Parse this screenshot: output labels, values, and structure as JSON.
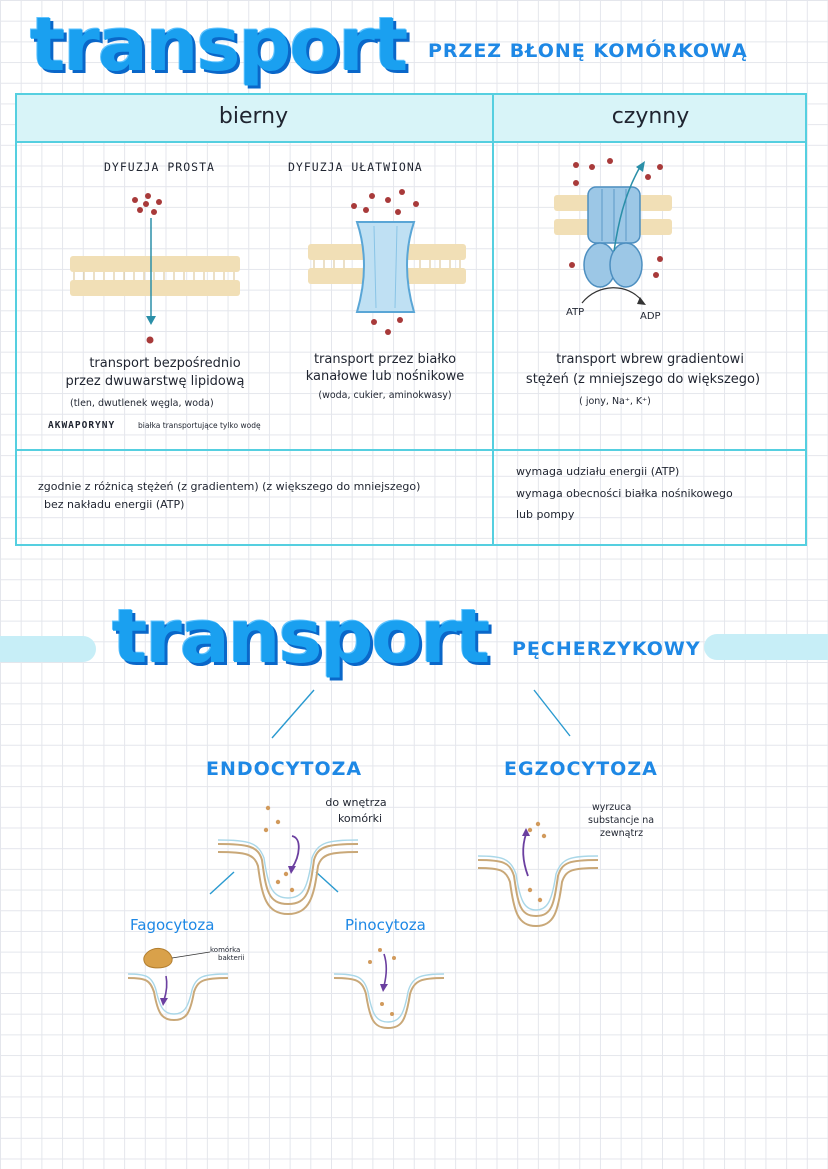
{
  "page1": {
    "title_big": "transport",
    "title_sub": "PRZEZ BŁONĘ KOMÓRKOWĄ"
  },
  "table": {
    "col_passive": "bierny",
    "col_active": "czynny",
    "simple": {
      "heading": "DYFUZJA PROSTA",
      "line1": "transport bezpośrednio",
      "line2": "przez dwuwarstwę lipidową",
      "examples": "(tlen, dwutlenek węgla, woda)"
    },
    "facilitated": {
      "heading": "DYFUZJA UŁATWIONA",
      "line1": "transport przez białko",
      "line2": "kanałowe lub nośnikowe",
      "examples": "(woda, cukier, aminokwasy)"
    },
    "aquaporins": {
      "term": "AKWAPORYNY",
      "desc": "białka transportujące tylko wodę"
    },
    "active": {
      "atp": "ATP",
      "adp": "ADP",
      "line1": "transport wbrew gradientowi",
      "line2": "stężeń (z mniejszego do większego)",
      "examples": "( jony, Na⁺, K⁺)"
    },
    "passive_footer": {
      "line1": "zgodnie z różnicą stężeń (z gradientem) (z większego do mniejszego)",
      "line2": "bez nakładu energii (ATP)"
    },
    "active_footer": {
      "line1": "wymaga udziału energii (ATP)",
      "line2": "wymaga obecności białka nośnikowego",
      "line3": "lub pompy"
    }
  },
  "page2": {
    "title_big": "transport",
    "title_sub": "PĘCHERZYKOWY",
    "endo": "ENDOCYTOZA",
    "exo": "EGZOCYTOZA",
    "endo_note_1": "do wnętrza",
    "endo_note_2": "komórki",
    "exo_note_1": "wyrzuca",
    "exo_note_2": "substancje na",
    "exo_note_3": "zewnątrz",
    "fago": "Fagocytoza",
    "pino": "Pinocytoza",
    "bacteria_1": "komórka",
    "bacteria_2": "bakterii"
  }
}
